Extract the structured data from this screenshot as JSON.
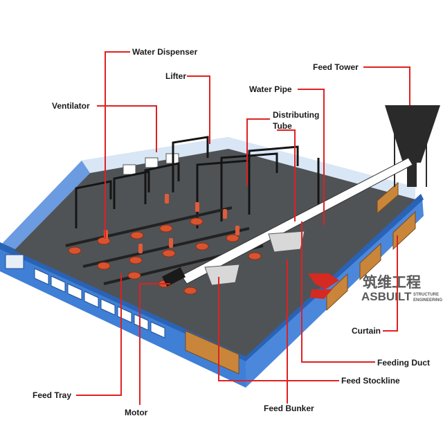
{
  "labels": {
    "water_dispenser": "Water Dispenser",
    "lifter": "Lifter",
    "feed_tower": "Feed Tower",
    "water_pipe": "Water Pipe",
    "ventilator": "Ventilator",
    "distributing_line1": "Distributing",
    "distributing_line2": "Tube",
    "curtain": "Curtain",
    "feeding_duct": "Feeding Duct",
    "feed_stockline": "Feed Stockline",
    "feed_tray": "Feed Tray",
    "motor": "Motor",
    "feed_bunker": "Feed Bunker"
  },
  "logo": {
    "chinese": "筑维工程",
    "english": "ASBUILT",
    "sub1": "STRUCTURE",
    "sub2": "ENGINEERING"
  },
  "colors": {
    "leader_line": "#e02020",
    "wall_blue": "#3f7fd6",
    "wall_blue_dark": "#2a63b5",
    "floor": "#505457",
    "feed_tray": "#d9532f",
    "logo_red": "#d42a22"
  }
}
